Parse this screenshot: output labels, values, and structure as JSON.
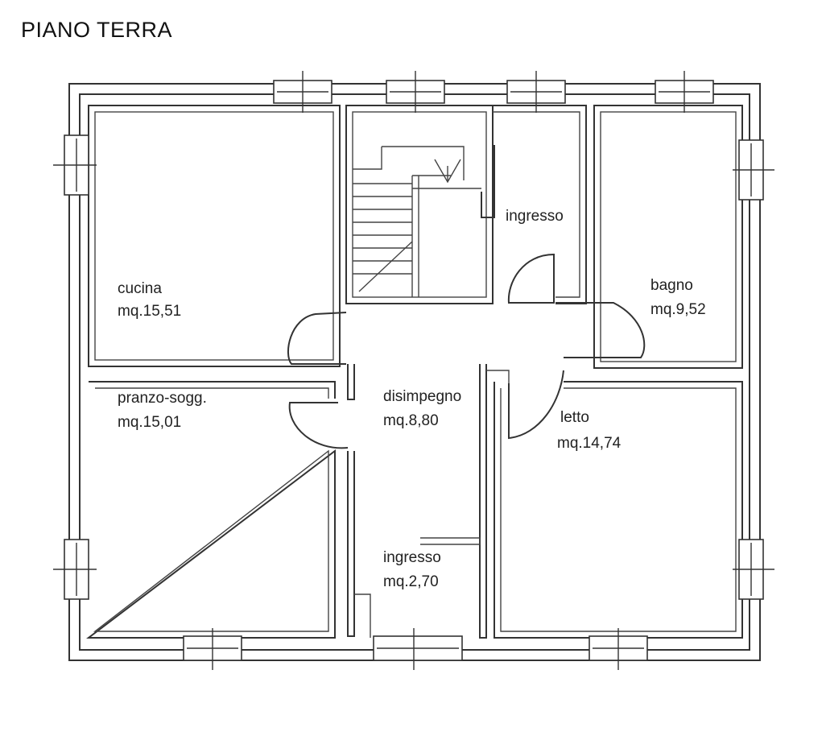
{
  "floor_title": "PIANO TERRA",
  "rooms": {
    "cucina": {
      "name": "cucina",
      "area": "mq.15,51"
    },
    "pranzo": {
      "name": "pranzo-sogg.",
      "area": "mq.15,01"
    },
    "ingresso_top": {
      "name": "ingresso"
    },
    "bagno": {
      "name": "bagno",
      "area": "mq.9,52"
    },
    "disimpegno": {
      "name": "disimpegno",
      "area": "mq.8,80"
    },
    "letto": {
      "name": "letto",
      "area": "mq.14,74"
    },
    "ingresso_bottom": {
      "name": "ingresso",
      "area": "mq.2,70"
    }
  }
}
